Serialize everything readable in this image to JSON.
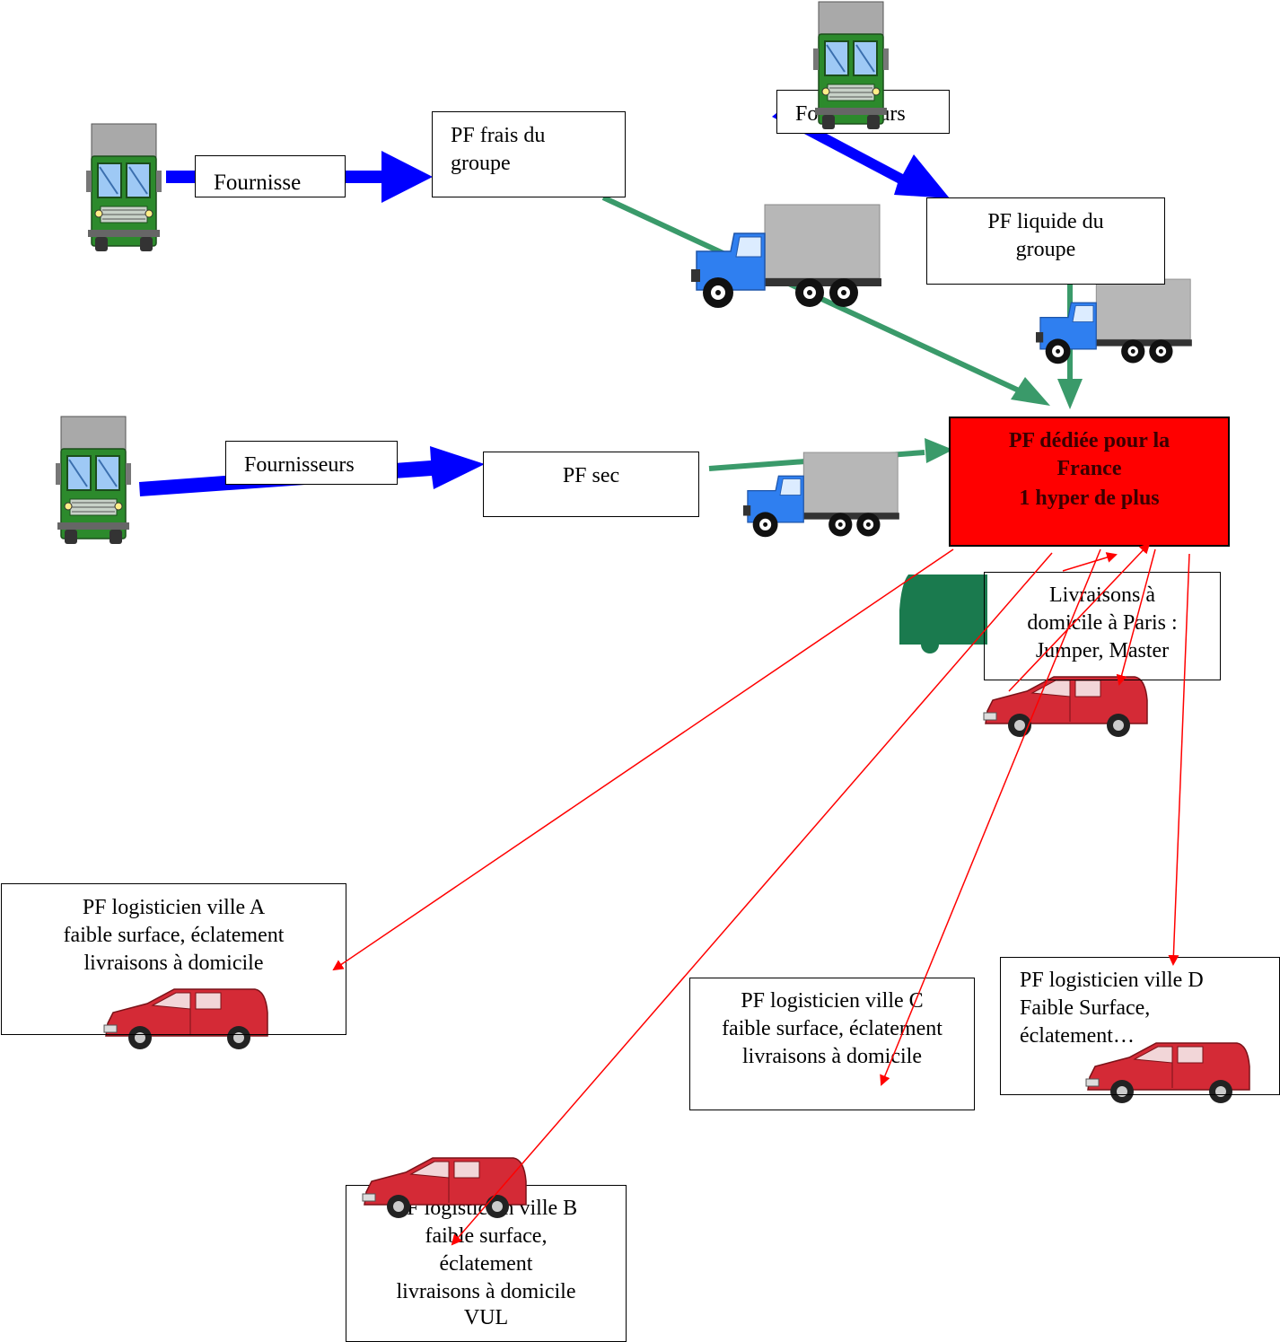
{
  "colors": {
    "supply_arrow": "#0000ff",
    "transfer_arrow": "#3a9a6a",
    "delivery_arrow": "#ff0000",
    "main_platform_fill": "#ff0000",
    "delivery_truck": "#1a7a4e",
    "truck_cab_green": "#2c8a2c",
    "truck_cab_blue": "#2f7ff0",
    "van": "#d42a36",
    "cargo_grey": "#b7b7b7"
  },
  "icons": {
    "supplier_truck": "truck-front-icon",
    "transfer_truck": "blue-truck-icon",
    "delivery_van": "red-van-icon",
    "delivery_truck": "green-delivery-truck-icon"
  },
  "nodes": {
    "supplier_top_left": "Fournisse",
    "pf_frais": [
      "PF frais du",
      "groupe"
    ],
    "supplier_top_right": "Fournisseurs",
    "pf_liquide": [
      "PF liquide du",
      "groupe"
    ],
    "supplier_mid": "Fournisseurs",
    "pf_sec": "PF sec",
    "pf_france": [
      "PF dédiée pour la",
      "France",
      "1 hyper de plus"
    ],
    "paris_delivery": [
      "Livraisons à",
      "domicile à Paris :",
      "Jumper, Master"
    ],
    "ville_a": [
      "PF logisticien ville A",
      "faible surface, éclatement",
      "livraisons à domicile"
    ],
    "ville_b": [
      "PF logisticien ville B",
      "faible surface,",
      "éclatement",
      "livraisons à domicile",
      "VUL"
    ],
    "ville_c": [
      "PF logisticien ville C",
      "faible surface, éclatement",
      "livraisons à domicile"
    ],
    "ville_d": [
      "PF logisticien ville D",
      "Faible Surface,",
      "éclatement…"
    ]
  }
}
